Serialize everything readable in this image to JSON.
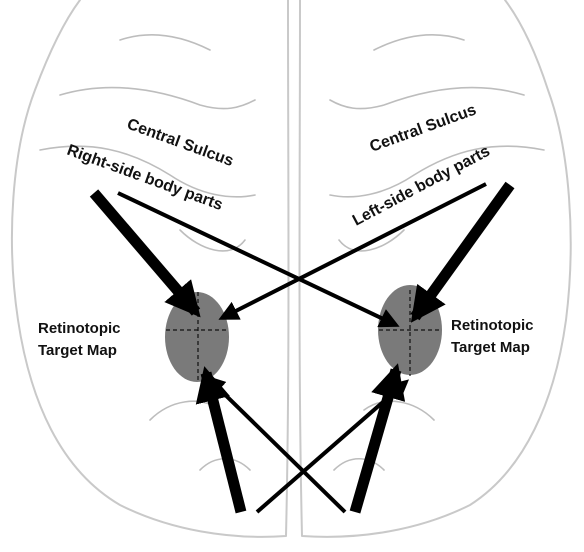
{
  "labels": {
    "left_sulcus": "Central Sulcus",
    "right_sulcus": "Central Sulcus",
    "right_side_body": "Right-side body parts",
    "left_side_body": "Left-side body parts",
    "left_map_line1": "Retinotopic",
    "left_map_line2": "Target Map",
    "right_map_line1": "Retinotopic",
    "right_map_line2": "Target Map"
  },
  "colors": {
    "target_fill": "#7a7a7a",
    "arrow": "#000000",
    "outline": "#c9c9c9"
  }
}
